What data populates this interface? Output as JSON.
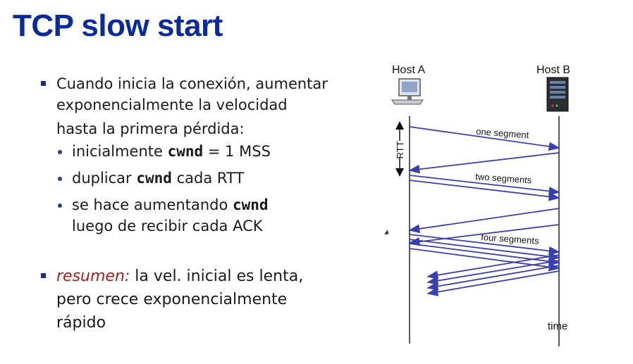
{
  "title": "TCP slow start",
  "bullet1": {
    "line1": "Cuando inicia la conexión, aumentar",
    "line2": "exponencialmente la velocidad",
    "line3": "hasta la primera pérdida:"
  },
  "sub_bullets": [
    {
      "pre": "inicialmente ",
      "code": "cwnd",
      "post": " = 1 MSS"
    },
    {
      "pre": "duplicar ",
      "code": "cwnd",
      "post": " cada RTT"
    },
    {
      "pre": "se hace aumentando ",
      "code": "cwnd",
      "post": "",
      "line2": "luego de recibir cada ACK"
    }
  ],
  "summary": {
    "label": "resumen:",
    "text1": " la vel. inicial es lenta,",
    "text2": "pero crece exponencialmente",
    "text3": "rápido"
  },
  "diagram": {
    "host_a": "Host A",
    "host_b": "Host B",
    "rtt_label": "RTT",
    "one_segment": "one segment",
    "two_segments": "two segments",
    "four_segments": "four segments",
    "time_label": "time",
    "arrow_color": "#3a3fb0"
  }
}
